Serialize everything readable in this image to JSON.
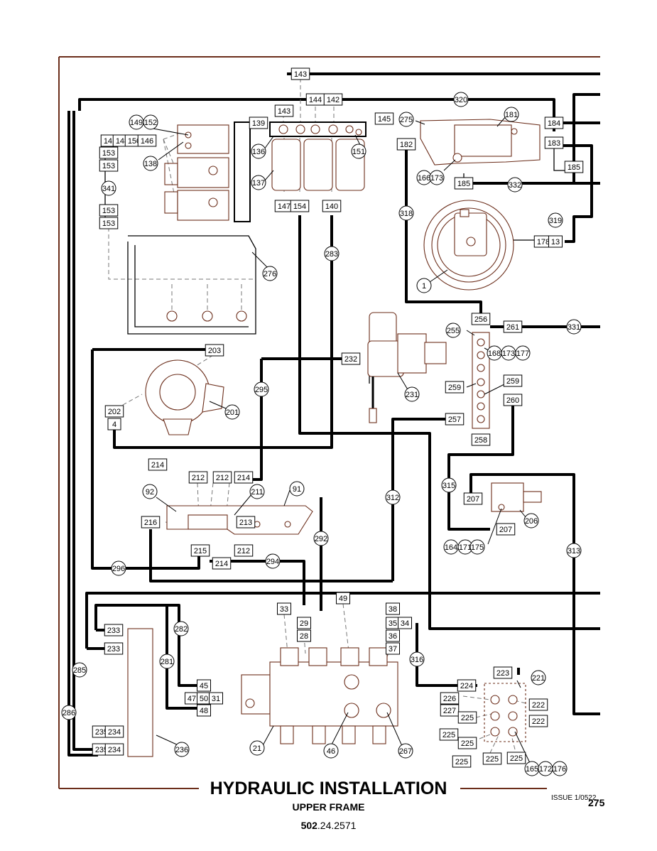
{
  "title": "HYDRAULIC INSTALLATION",
  "subtitle": "UPPER FRAME",
  "doc_number_prefix": "502",
  "doc_number_suffix": ".24.2571",
  "issue": "ISSUE 1/0522",
  "page_number": "275",
  "colors": {
    "line": "#000000",
    "part_outline": "#6b2d1a",
    "leader_dashed": "#777777"
  },
  "callouts": {
    "boxed": [
      "143",
      "143",
      "144",
      "142",
      "139",
      "145",
      "141",
      "148",
      "150",
      "146",
      "153",
      "153",
      "153",
      "153",
      "184",
      "182",
      "183",
      "185",
      "185",
      "178",
      "13",
      "147",
      "154",
      "140",
      "256",
      "261",
      "232",
      "259",
      "259",
      "257",
      "260",
      "258",
      "203",
      "202",
      "4",
      "214",
      "212",
      "212",
      "214",
      "207",
      "207",
      "216",
      "213",
      "215",
      "212",
      "214",
      "33",
      "29",
      "28",
      "49",
      "38",
      "35",
      "34",
      "36",
      "37",
      "233",
      "233",
      "45",
      "47",
      "50",
      "31",
      "48",
      "224",
      "223",
      "226",
      "227",
      "222",
      "225",
      "222",
      "225",
      "225",
      "225",
      "225",
      "225",
      "235",
      "234",
      "235",
      "234"
    ],
    "circled": [
      "320",
      "275",
      "181",
      "149",
      "152",
      "138",
      "136",
      "151",
      "137",
      "166",
      "173",
      "341",
      "318",
      "332",
      "319",
      "1",
      "283",
      "276",
      "255",
      "331",
      "168",
      "173",
      "177",
      "295",
      "231",
      "201",
      "312",
      "315",
      "206",
      "164",
      "171",
      "175",
      "92",
      "211",
      "91",
      "296",
      "294",
      "292",
      "313",
      "282",
      "281",
      "285",
      "286",
      "316",
      "221",
      "21",
      "46",
      "267",
      "236",
      "165",
      "172",
      "176"
    ]
  }
}
